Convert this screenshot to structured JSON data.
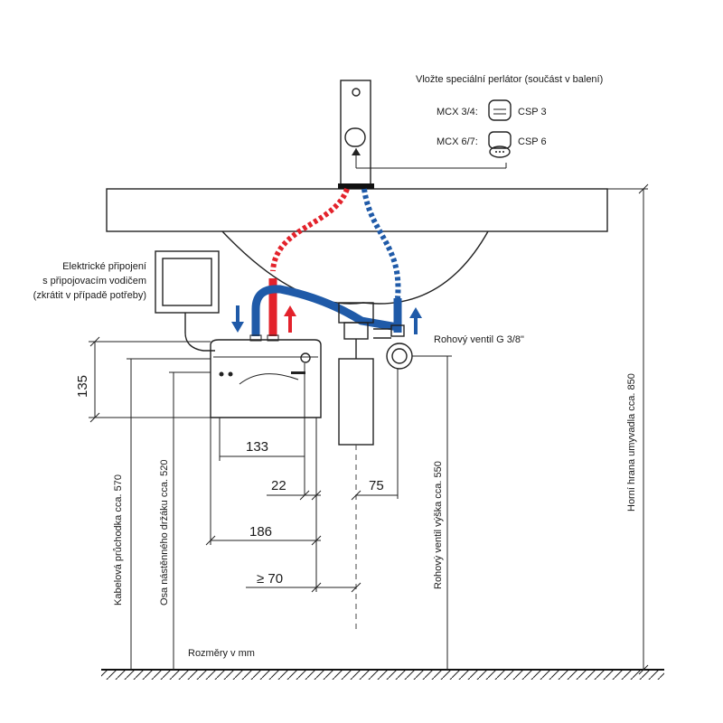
{
  "labels": {
    "aerator_note": "Vložte speciální perlátor (součást v balení)",
    "mcx34": "MCX 3/4:",
    "csp3": "CSP 3",
    "mcx67": "MCX 6/7:",
    "csp6": "CSP 6",
    "electric_line1": "Elektrické připojení",
    "electric_line2": "s připojovacím vodičem",
    "electric_line3": "(zkrátit v případě potřeby)",
    "angle_valve": "Rohový ventil G 3/8\"",
    "dims_unit": "Rozměry v mm",
    "cable_height": "Kabelová průchodka cca. 570",
    "bracket_axis": "Osa nástěnného držáku cca. 520",
    "valve_height": "Rohový ventil výška cca. 550",
    "basin_top": "Horní hrana umyvadla cca. 850"
  },
  "dimensions": {
    "d135": "135",
    "d133": "133",
    "d22": "22",
    "d186": "186",
    "d75": "75",
    "d70": "≥ 70"
  },
  "colors": {
    "hot": "#e3222b",
    "cold": "#1f5aa8",
    "line": "#222222",
    "heater_fill": "#f2f2f2"
  }
}
